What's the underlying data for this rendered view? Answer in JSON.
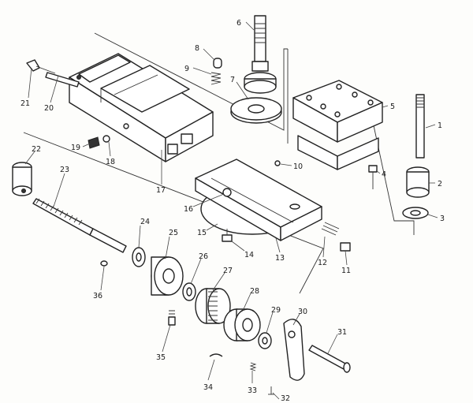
{
  "diagram": {
    "part_numbers": [
      "1",
      "2",
      "3",
      "4",
      "5",
      "6",
      "7",
      "8",
      "9",
      "10",
      "11",
      "12",
      "13",
      "14",
      "15",
      "16",
      "17",
      "18",
      "19",
      "20",
      "21",
      "22",
      "23",
      "24",
      "25",
      "26",
      "27",
      "28",
      "29",
      "30",
      "31",
      "32",
      "33",
      "34",
      "35",
      "36"
    ]
  }
}
